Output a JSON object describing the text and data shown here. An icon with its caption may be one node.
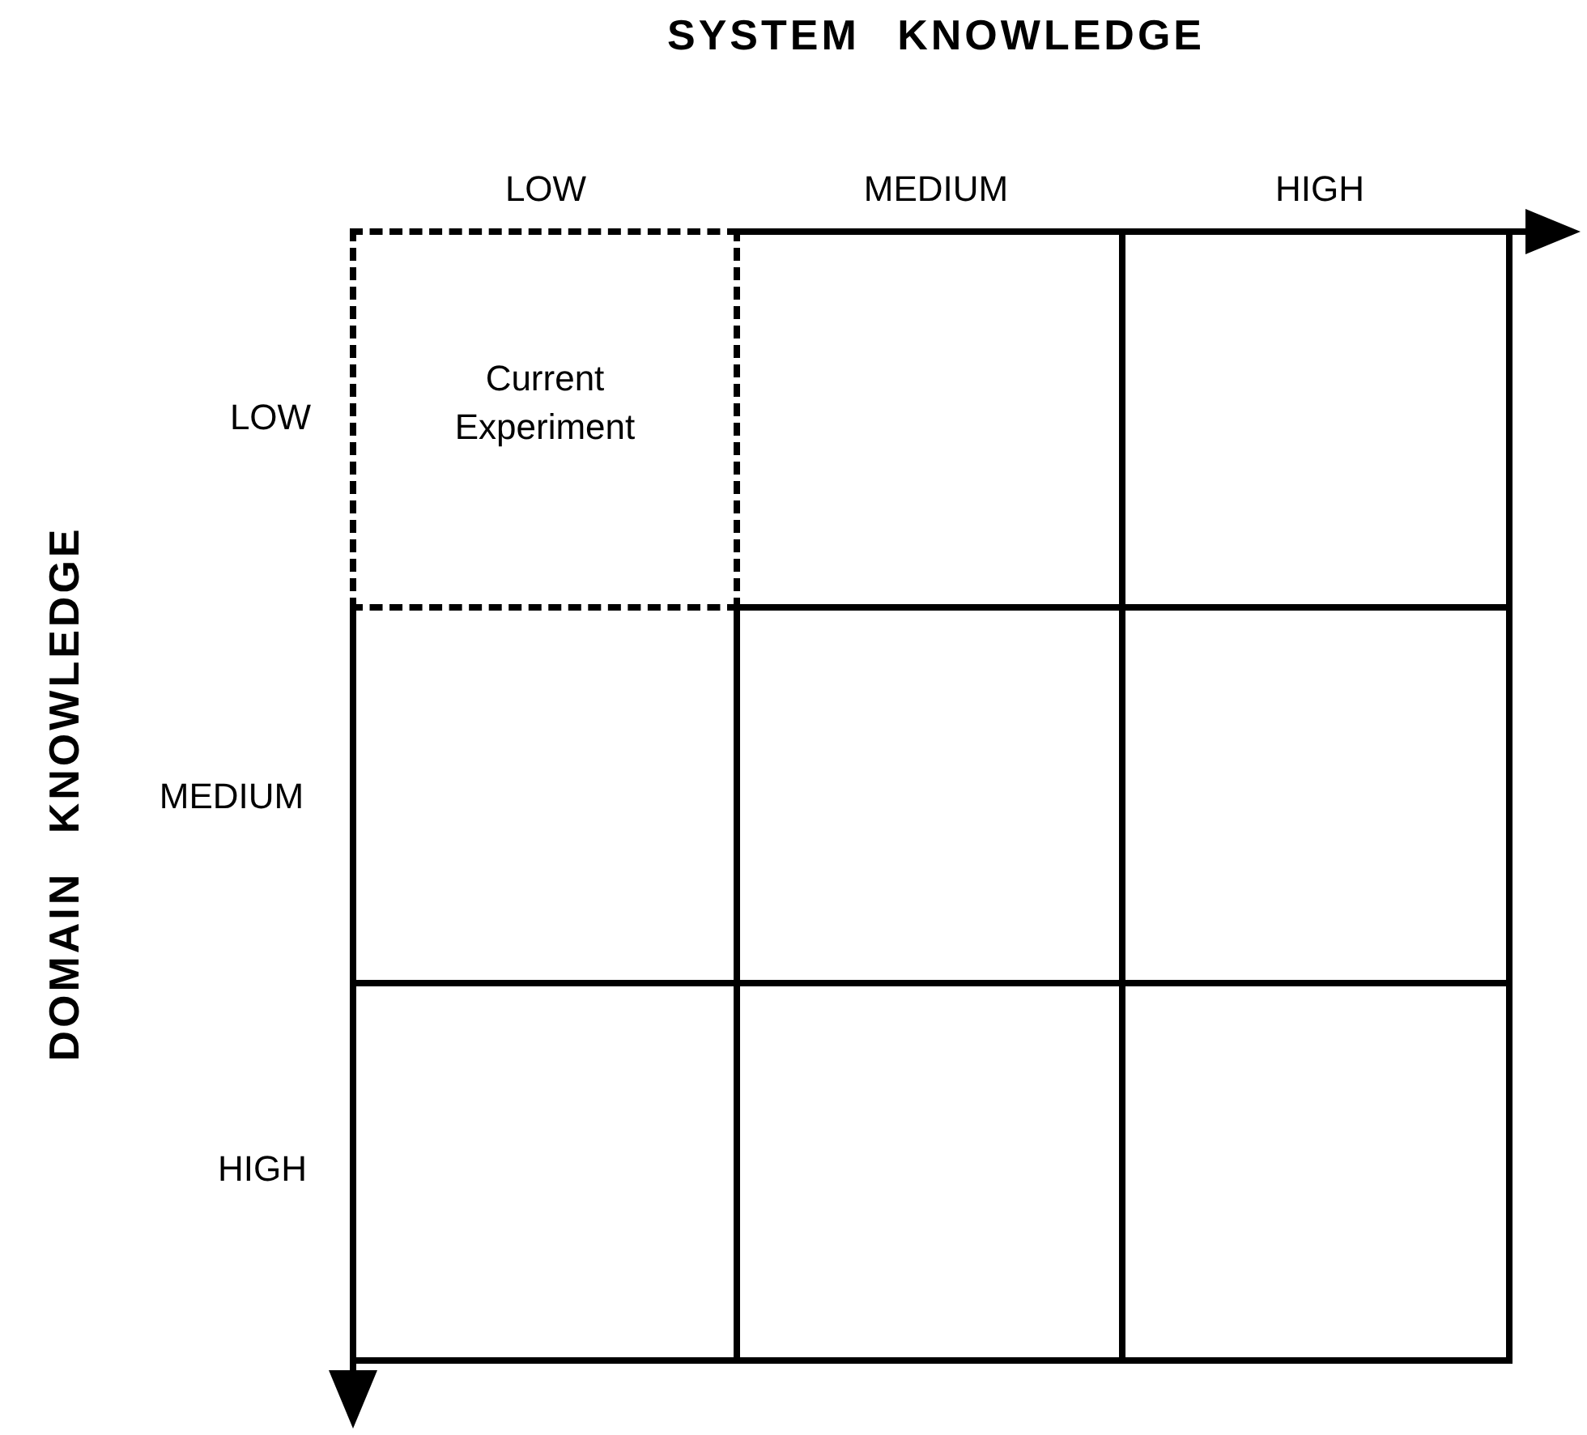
{
  "diagram": {
    "nodes": [
      {
        "text": [
          "Current Experiment"
        ]
      },
      {
        "text": [],
        "shape": "box"
      },
      {
        "text": [],
        "shape": "box"
      },
      {
        "text": [],
        "shape": "box"
      },
      {
        "text": [],
        "shape": "box"
      },
      {
        "text": [],
        "shape": "box"
      },
      {
        "text": [],
        "shape": "box"
      },
      {
        "text": [],
        "shape": "box"
      },
      {
        "text": [],
        "shape": "box"
      }
    ],
    "edges": [],
    "labels": [
      "SYSTEM KNOWLEDGE",
      "LOW",
      "MEDIUM",
      "HIGH",
      "DOMAIN KNOWLEDGE",
      "LOW",
      "MEDIUM",
      "HIGH"
    ]
  }
}
